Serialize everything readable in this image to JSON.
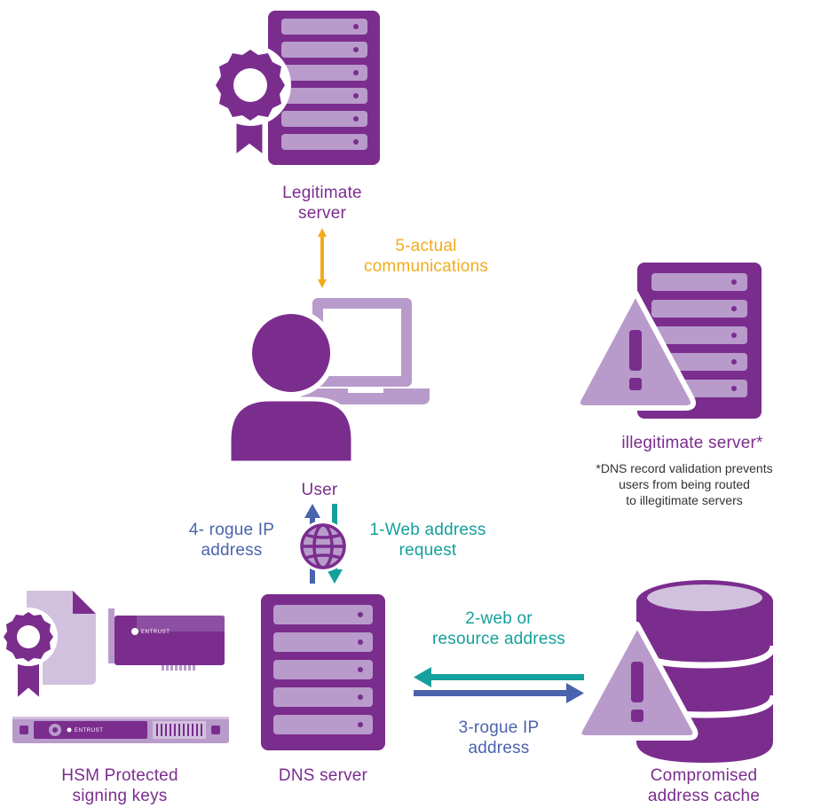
{
  "colors": {
    "purple_dark": "#7b2d8e",
    "purple_light": "#b89bcb",
    "purple_pale": "#d2c1de",
    "gold": "#f2ac1b",
    "teal": "#14a09c",
    "blue": "#4b63ad"
  },
  "nodes": {
    "legitimate_server": {
      "label": "Legitimate\nserver",
      "icon": "server-with-certificate-icon"
    },
    "user": {
      "label": "User",
      "icon": "user-with-laptop-icon"
    },
    "illegitimate_server": {
      "label": "illegitimate server*",
      "note": "*DNS record validation prevents\nusers from being routed\nto illegitimate servers",
      "icon": "server-with-warning-icon"
    },
    "dns_server": {
      "label": "DNS server",
      "icon": "server-icon"
    },
    "hsm": {
      "label": "HSM Protected\nsigning keys",
      "icon": "hsm-hardware-icon",
      "brand_text": "ENTRUST"
    },
    "cache": {
      "label": "Compromised\naddress cache",
      "icon": "database-with-warning-icon"
    }
  },
  "flows": {
    "step1": "1-Web address\nrequest",
    "step2": "2-web or\nresource address",
    "step3": "3-rogue IP\naddress",
    "step4": "4- rogue IP\naddress",
    "step5": "5-actual\ncommunications"
  },
  "globe_icon": "globe-icon"
}
